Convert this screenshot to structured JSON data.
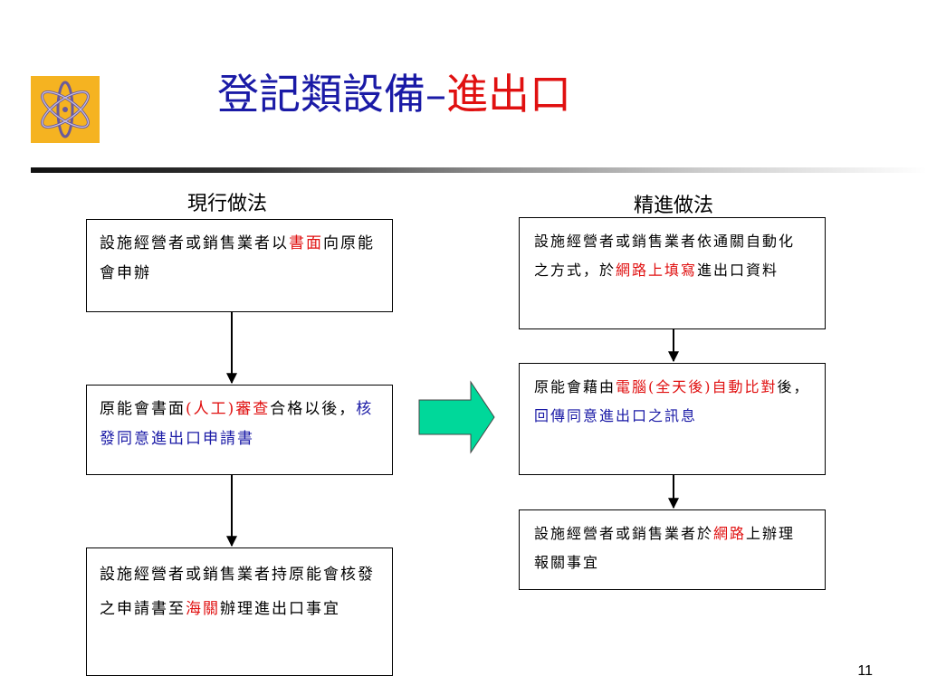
{
  "header": {
    "title_main": "登記類設備",
    "title_sep": "–",
    "title_emph": "進出口",
    "logo_icon": "atom-icon"
  },
  "left": {
    "heading": "現行做法",
    "box1": {
      "t1": "設施經營者或銷售業者以",
      "h1": "書面",
      "t2": "向原能會申辦"
    },
    "box2": {
      "t1": "原能會書面",
      "h1": "(人工)審查",
      "t2": "合格以後，",
      "h2": "核發同意進出口申請書"
    },
    "box3": {
      "t1": "設施經營者或銷售業者持原能會核發之申請書至",
      "h1": "海關",
      "t2": "辦理進出口事宜"
    }
  },
  "right": {
    "heading": "精進做法",
    "box1": {
      "t1": "設施經營者或銷售業者依通關自動化之方式，於",
      "h1": "網路上填寫",
      "t2": "進出口資料"
    },
    "box2": {
      "t1": "原能會藉由",
      "h1": "電腦(全天後)自動比對",
      "t2": "後，",
      "h2": "回傳同意進出口之訊息"
    },
    "box3": {
      "t1": "設施經營者或銷售業者於",
      "h1": "網路",
      "t2": "上辦理報關事宜"
    }
  },
  "colors": {
    "title_blue": "#1a1aa6",
    "emphasis_red": "#e01010",
    "arrow_green": "#00d89a",
    "logo_bg": "#f5b321"
  },
  "footer": {
    "page_number": "11"
  }
}
